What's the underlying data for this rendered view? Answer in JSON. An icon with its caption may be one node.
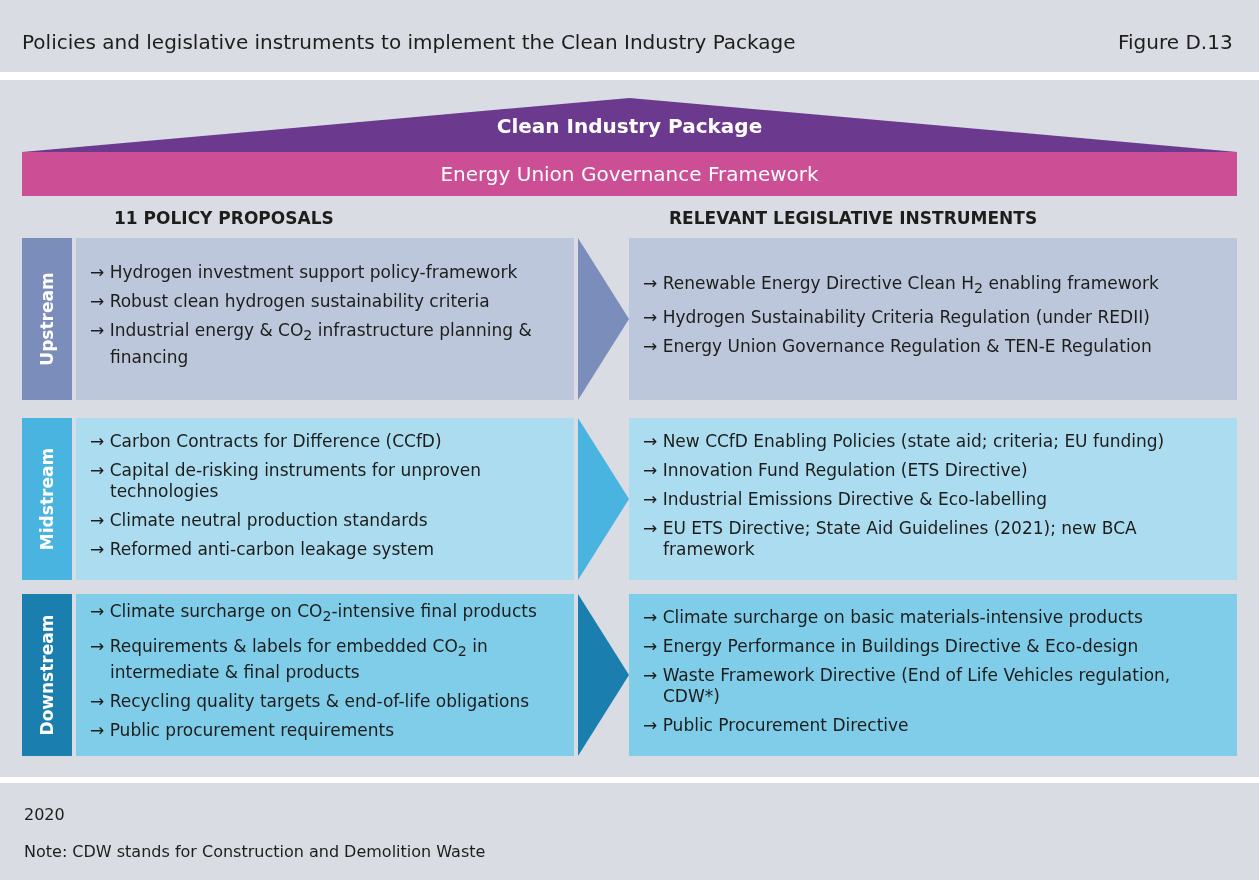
{
  "diagram": {
    "title": "Policies and legislative instruments to implement the Clean Industry Package",
    "nodes": [
      {
        "text": [
          "Clean Industry Package"
        ]
      },
      {
        "text": [
          "Energy Union Governance Framework"
        ]
      },
      {
        "text": [
          "Upstream"
        ]
      },
      {
        "text": [
          "→ Hydrogen investment support policy-framework",
          "→ Robust clean hydrogen sustainability criteria",
          "→ Industrial energy & CO$_{2}$ infrastructure planning & financing"
        ]
      },
      {
        "text": [
          "→ Renewable Energy Directive Clean H$_{2}$ enabling framework",
          "→ Hydrogen Sustainability Criteria Regulation (under REDII)",
          "→ Energy Union Governance Regulation & TEN-E Regulation"
        ]
      },
      {
        "text": [
          "Midstream"
        ]
      },
      {
        "text": [
          "→ Carbon Contracts for Difference (CCfD)",
          "→ Capital de-risking instruments for unproven technologies",
          "→ Climate neutral production standards",
          "→ Reformed anti-carbon leakage system"
        ]
      },
      {
        "text": [
          "→ New CCfD Enabling Policies (state aid; criteria; EU funding)",
          "→ Innovation Fund Regulation (ETS Directive)",
          "→ Industrial Emissions Directive & Eco-labelling",
          "→ EU ETS Directive; State Aid Guidelines (2021); new BCA framework"
        ]
      },
      {
        "text": [
          "Downstream"
        ]
      },
      {
        "text": [
          "→ Climate surcharge on CO$_{2}$-intensive final products",
          "→ Requirements & labels for embedded CO$_{2}$ in intermediate & final products",
          "→ Recycling quality targets & end-of-life obligations",
          "→ Public procurement requirements"
        ]
      },
      {
        "text": [
          "→ Climate surcharge on basic materials-intensive products",
          "→ Energy Performance in Buildings Directive & Eco-design",
          "→ Waste Framework Directive (End of Life Vehicles regulation, CDW*)",
          "→ Public Procurement Directive"
        ]
      }
    ],
    "edges": [
      {
        "from": 3,
        "to": 4,
        "arrow": "to",
        "color": "#7b8dbb"
      },
      {
        "from": 6,
        "to": 7,
        "arrow": "to",
        "color": "#4ab4e0"
      },
      {
        "from": 9,
        "to": 10,
        "arrow": "to",
        "color": "#1a7fae"
      }
    ],
    "labels": [
      "Figure D.13",
      "11 POLICY PROPOSALS",
      "RELEVANT LEGISLATIVE INSTRUMENTS",
      "2020",
      "Note: CDW stands for Construction and Demolition Waste"
    ]
  }
}
